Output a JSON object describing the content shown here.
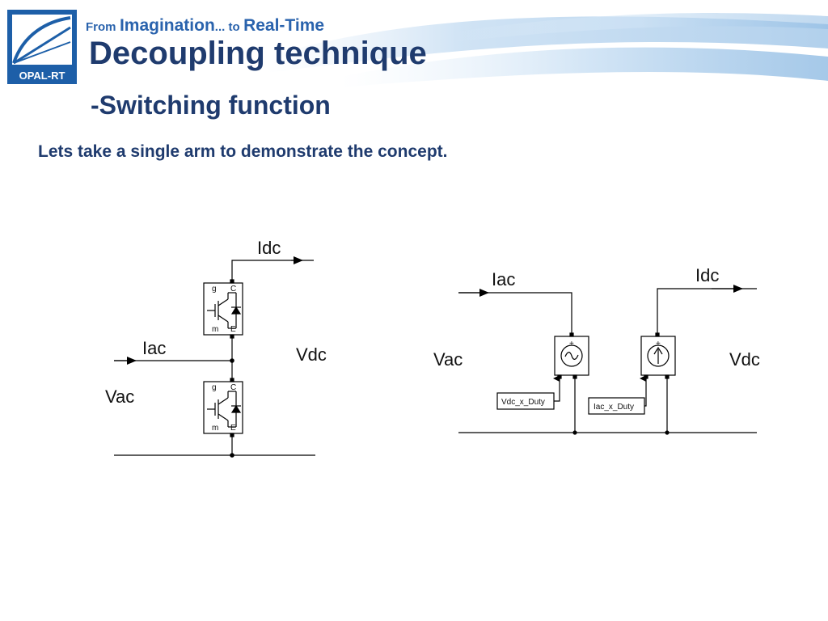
{
  "header": {
    "logo_text": "OPAL-RT",
    "tagline": {
      "from": "From",
      "imagination": "Imagination",
      "ellipsis_to": "... to",
      "realtime": "Real-Time"
    }
  },
  "slide": {
    "title": "Decoupling technique",
    "subtitle": "-Switching function",
    "body": "Lets take a single arm to demonstrate the concept."
  },
  "left_circuit": {
    "labels": {
      "idc": "Idc",
      "iac": "Iac",
      "vdc": "Vdc",
      "vac": "Vac"
    }
  },
  "right_circuit": {
    "labels": {
      "iac": "Iac",
      "idc": "Idc",
      "vac": "Vac",
      "vdc": "Vdc"
    },
    "blocks": {
      "voltage_input": "Vdc_x_Duty",
      "current_input": "Iac_x_Duty"
    }
  },
  "colors": {
    "title": "#1f3b6e",
    "tagline": "#2a63ad",
    "logo_bg": "#1d5fa8"
  }
}
